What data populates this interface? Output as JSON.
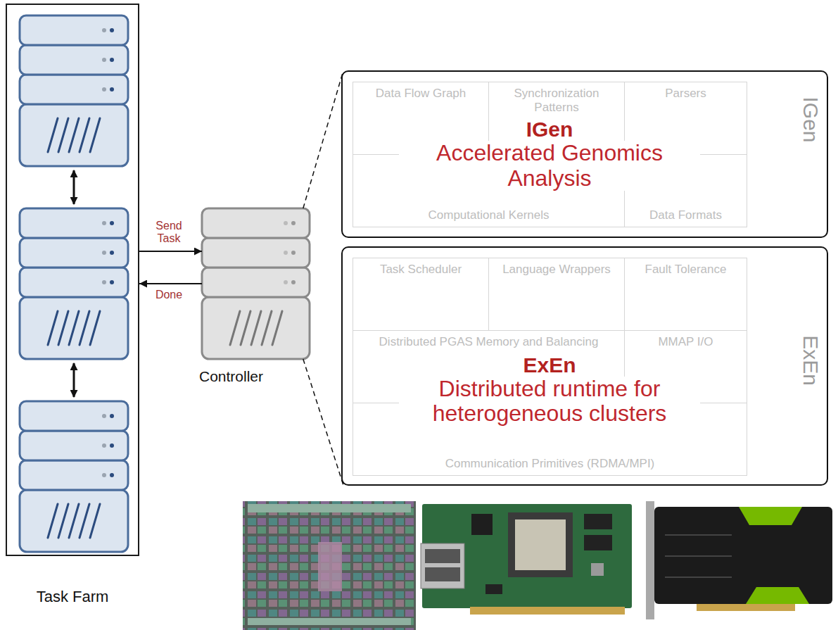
{
  "diagram": {
    "nodes": [
      {
        "text": [
          "Task Farm"
        ]
      },
      {
        "text": [
          "Controller"
        ]
      },
      {
        "text": [
          "IGen",
          "Accelerated Genomics Analysis",
          "IGen"
        ]
      },
      {
        "text": [
          "Data Flow Graph"
        ],
        "in": 2
      },
      {
        "text": [
          "Synchronization Patterns"
        ],
        "in": 2
      },
      {
        "text": [
          "Parsers"
        ],
        "in": 2
      },
      {
        "text": [
          "Computational Kernels"
        ],
        "in": 2
      },
      {
        "text": [
          "Data Formats"
        ],
        "in": 2
      },
      {
        "text": [
          "ExEn",
          "Distributed runtime for heterogeneous clusters",
          "ExEn"
        ]
      },
      {
        "text": [
          "Task Scheduler"
        ],
        "in": 8
      },
      {
        "text": [
          "Language Wrappers"
        ],
        "in": 8
      },
      {
        "text": [
          "Fault Tolerance"
        ],
        "in": 8
      },
      {
        "text": [
          "Distributed PGAS Memory and Balancing"
        ],
        "in": 8
      },
      {
        "text": [
          "MMAP I/O"
        ],
        "in": 8
      },
      {
        "text": [
          "Communication Primitives (RDMA/MPI)"
        ],
        "in": 8
      }
    ],
    "edges": [
      {
        "from": 0,
        "to": 1,
        "arrow": "to",
        "label": "Send Task"
      },
      {
        "from": 1,
        "to": 0,
        "arrow": "to",
        "label": "Done"
      },
      {
        "from": 1,
        "to": 2,
        "arrow": "none"
      },
      {
        "from": 1,
        "to": 8,
        "arrow": "none"
      }
    ]
  }
}
